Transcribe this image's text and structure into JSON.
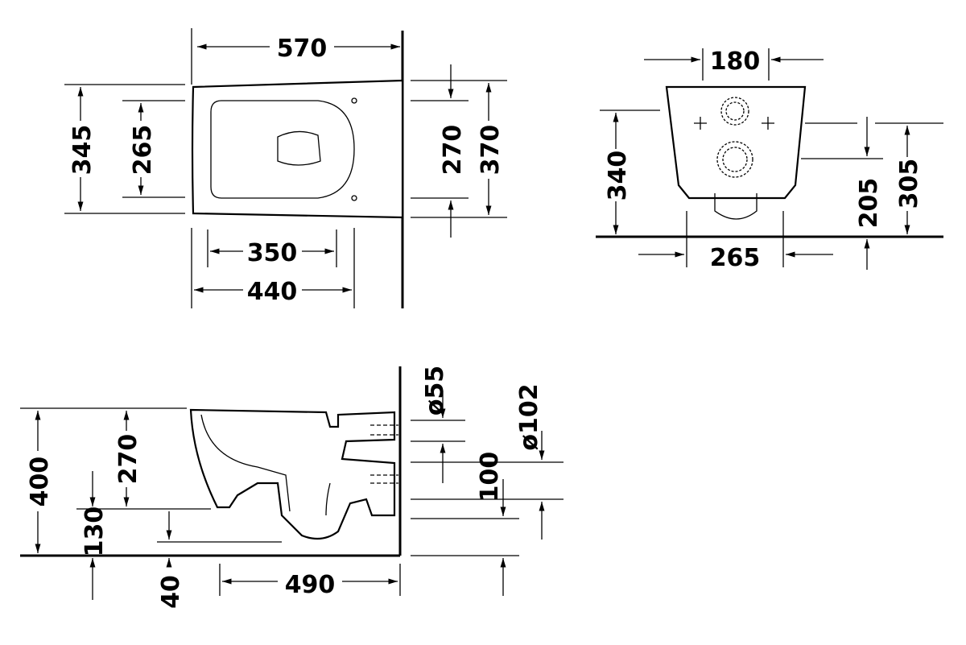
{
  "top_view": {
    "length_total": "570",
    "width_outer": "345",
    "seat_width": "265",
    "fixing_spacing": "270",
    "width_back": "370",
    "seat_length": "350",
    "bowl_length": "440"
  },
  "front_view": {
    "top_width": "180",
    "height_340": "340",
    "height_305": "305",
    "height_205": "205",
    "bottom_width": "265"
  },
  "side_view": {
    "diam_55": "ø55",
    "diam_102": "ø102",
    "height_400": "400",
    "height_270": "270",
    "height_130": "130",
    "height_100": "100",
    "height_40": "40",
    "depth_490": "490"
  }
}
